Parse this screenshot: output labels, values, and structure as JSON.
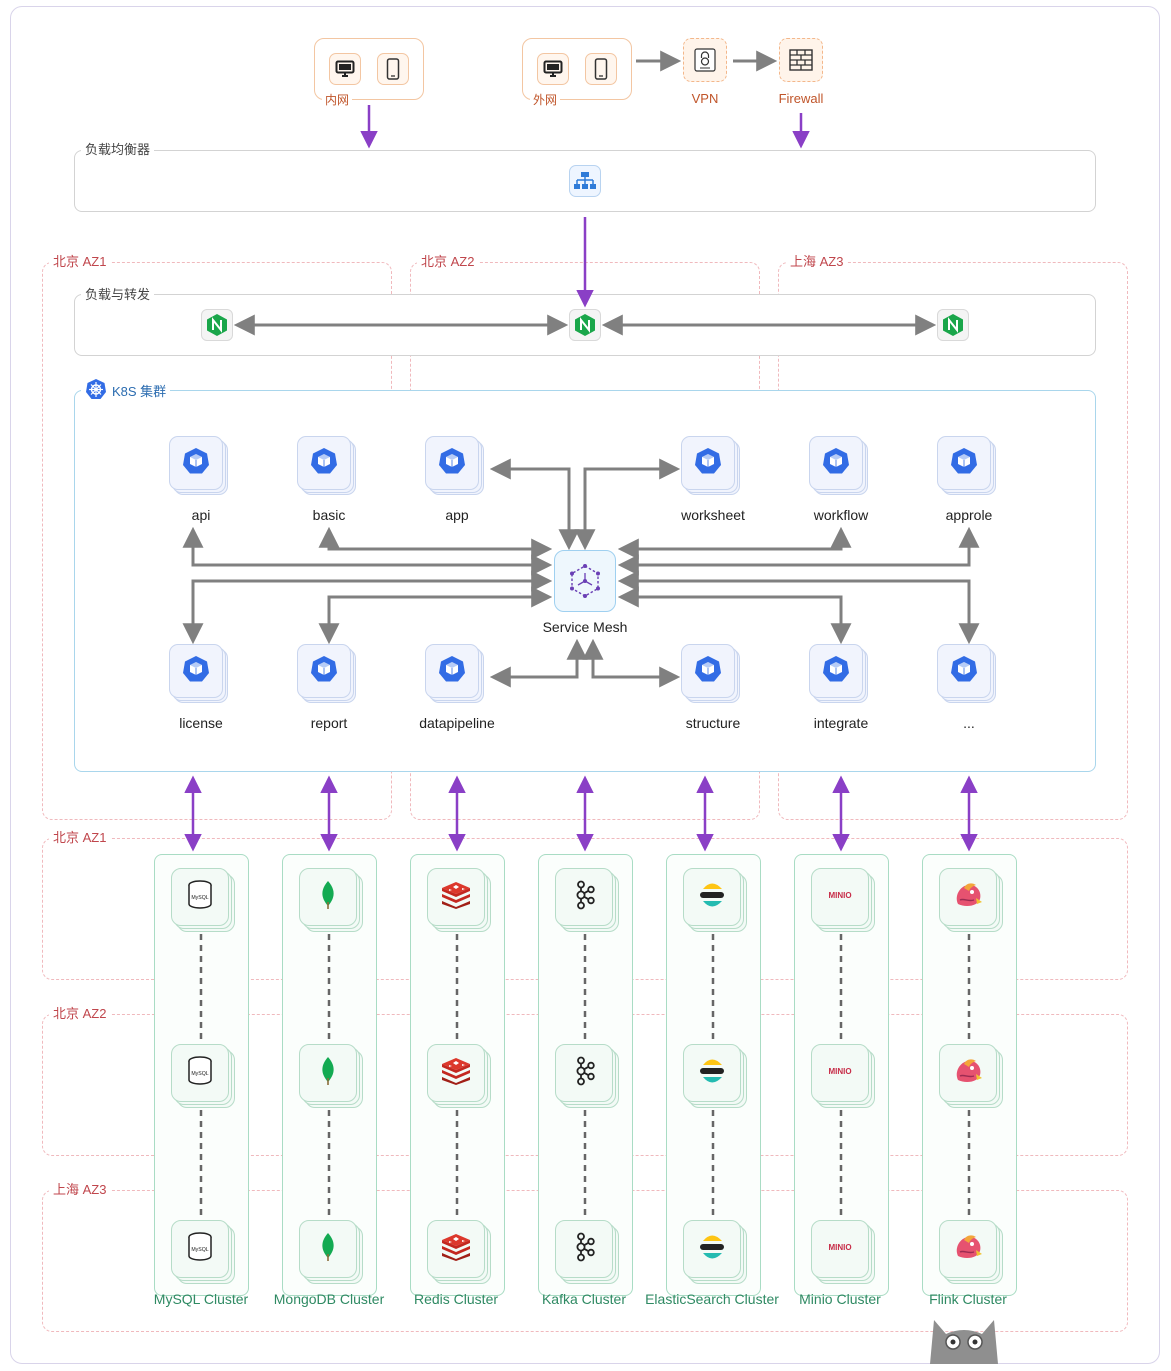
{
  "clients": [
    {
      "label": "内网",
      "icons": [
        "monitor-icon",
        "phone-icon"
      ]
    },
    {
      "label": "外网",
      "icons": [
        "monitor-icon",
        "phone-icon"
      ]
    }
  ],
  "security": [
    {
      "label": "VPN",
      "icon": "vpn-lock-icon"
    },
    {
      "label": "Firewall",
      "icon": "firewall-icon"
    }
  ],
  "load_balancer": {
    "label": "负载均衡器",
    "icon": "load-balancer-icon"
  },
  "forwarding": {
    "label": "负载与转发",
    "icon": "nginx-icon"
  },
  "az_zones": {
    "top": [
      "北京 AZ1",
      "北京 AZ2",
      "上海 AZ3"
    ],
    "bottom": [
      "北京 AZ1",
      "北京 AZ2",
      "上海 AZ3"
    ]
  },
  "k8s": {
    "label": "K8S 集群",
    "icon": "kubernetes-icon"
  },
  "mesh": {
    "label": "Service Mesh",
    "icon": "service-mesh-icon"
  },
  "services_top": [
    "api",
    "basic",
    "app",
    "worksheet",
    "workflow",
    "approle"
  ],
  "services_bottom": [
    "license",
    "report",
    "datapipeline",
    "structure",
    "integrate",
    "..."
  ],
  "clusters": [
    {
      "label": "MySQL Cluster",
      "icon": "mysql-icon"
    },
    {
      "label": "MongoDB Cluster",
      "icon": "mongodb-icon"
    },
    {
      "label": "Redis Cluster",
      "icon": "redis-icon"
    },
    {
      "label": "Kafka Cluster",
      "icon": "kafka-icon"
    },
    {
      "label": "ElasticSearch Cluster",
      "icon": "elasticsearch-icon"
    },
    {
      "label": "Minio Cluster",
      "icon": "minio-icon"
    },
    {
      "label": "Flink Cluster",
      "icon": "flink-icon"
    }
  ],
  "mysql_badge": "MySQL",
  "minio_badge": "MINIO",
  "colors": {
    "arrow_gray": "#808080",
    "arrow_purple": "#8a3fc6",
    "az_border": "#f0b9bd",
    "cluster_border": "#a9dcc4",
    "k8s_border": "#a9d6ec"
  }
}
